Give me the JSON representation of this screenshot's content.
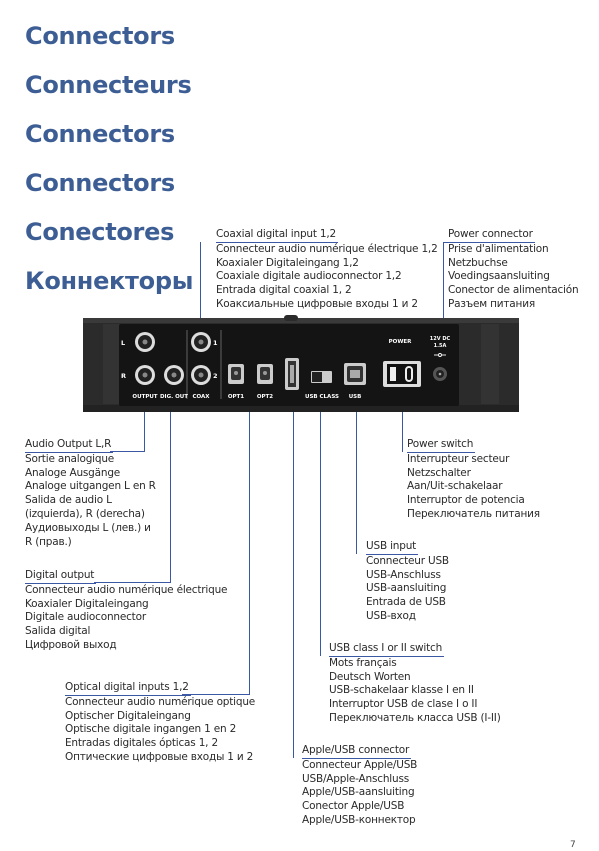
{
  "headings": [
    "Connectors",
    "Connecteurs",
    "Connectors",
    "Connectors",
    "Conectores",
    "Коннекторы"
  ],
  "device": {
    "labels": {
      "L": "L",
      "R": "R",
      "output": "OUTPUT",
      "dig_out": "DIG. OUT",
      "coax": "COAX",
      "coax_1": "1",
      "coax_2": "2",
      "opt1": "OPT1",
      "opt2": "OPT2",
      "usb_class": "USB CLASS",
      "usb": "USB",
      "power": "POWER",
      "dc_line1": "12V DC",
      "dc_line2": "1.5A"
    }
  },
  "callouts": {
    "coaxial_input": [
      "Coaxial digital input 1,2",
      "Connecteur audio numérique électrique 1,2",
      "Koaxialer Digitaleingang 1,2",
      "Coaxiale digitale audioconnector 1,2",
      "Entrada digital coaxial 1, 2",
      "Коаксиальные цифровые входы 1 и 2"
    ],
    "power_connector": [
      "Power connector",
      "Prise d'alimentation",
      "Netzbuchse",
      "Voedingsaansluiting",
      "Conector de alimentación",
      "Разъем питания"
    ],
    "audio_output": [
      "Audio Output L,R",
      "Sortie analogique",
      "Analoge Ausgänge",
      "Analoge uitgangen L en R",
      "Salida de audio L",
      "(izquierda), R (derecha)",
      "Аудиовыходы L (лев.) и",
      "R (прав.)"
    ],
    "power_switch": [
      "Power switch",
      "Interrupteur secteur",
      "Netzschalter",
      "Aan/Uit-schakelaar",
      "Interruptor de potencia",
      "Переключатель питания"
    ],
    "digital_output": [
      "Digital output",
      "Connecteur audio numérique électrique",
      "Koaxialer Digitaleingang",
      "Digitale audioconnector",
      "Salida digital",
      "Цифровой выход"
    ],
    "usb_input": [
      "USB input",
      "Connecteur USB",
      "USB-Anschluss",
      "USB-aansluiting",
      "Entrada de USB",
      "USB-вход"
    ],
    "usb_class_switch": [
      "USB class I or II switch",
      "Mots français",
      "Deutsch Worten",
      "USB-schakelaar klasse I en II",
      "Interruptor USB de clase I o II",
      "Переключатель класса USB (I-II)"
    ],
    "optical_inputs": [
      "Optical digital inputs 1,2",
      "Connecteur audio numérique optique",
      "Optischer Digitaleingang",
      "Optische digitale ingangen 1 en 2",
      "Entradas digitales ópticas 1, 2",
      "Оптические цифровые входы 1 и 2"
    ],
    "apple_usb": [
      "Apple/USB connector",
      "Connecteur Apple/USB",
      "USB/Apple-Anschluss",
      "Apple/USB-aansluiting",
      "Conector Apple/USB",
      "Apple/USB-коннектор"
    ]
  },
  "page_number": "7",
  "colors": {
    "heading": "#3d5e94",
    "leader_line": "#3a58a3",
    "device_body": "#2b2b2b",
    "device_panel": "#141414"
  }
}
